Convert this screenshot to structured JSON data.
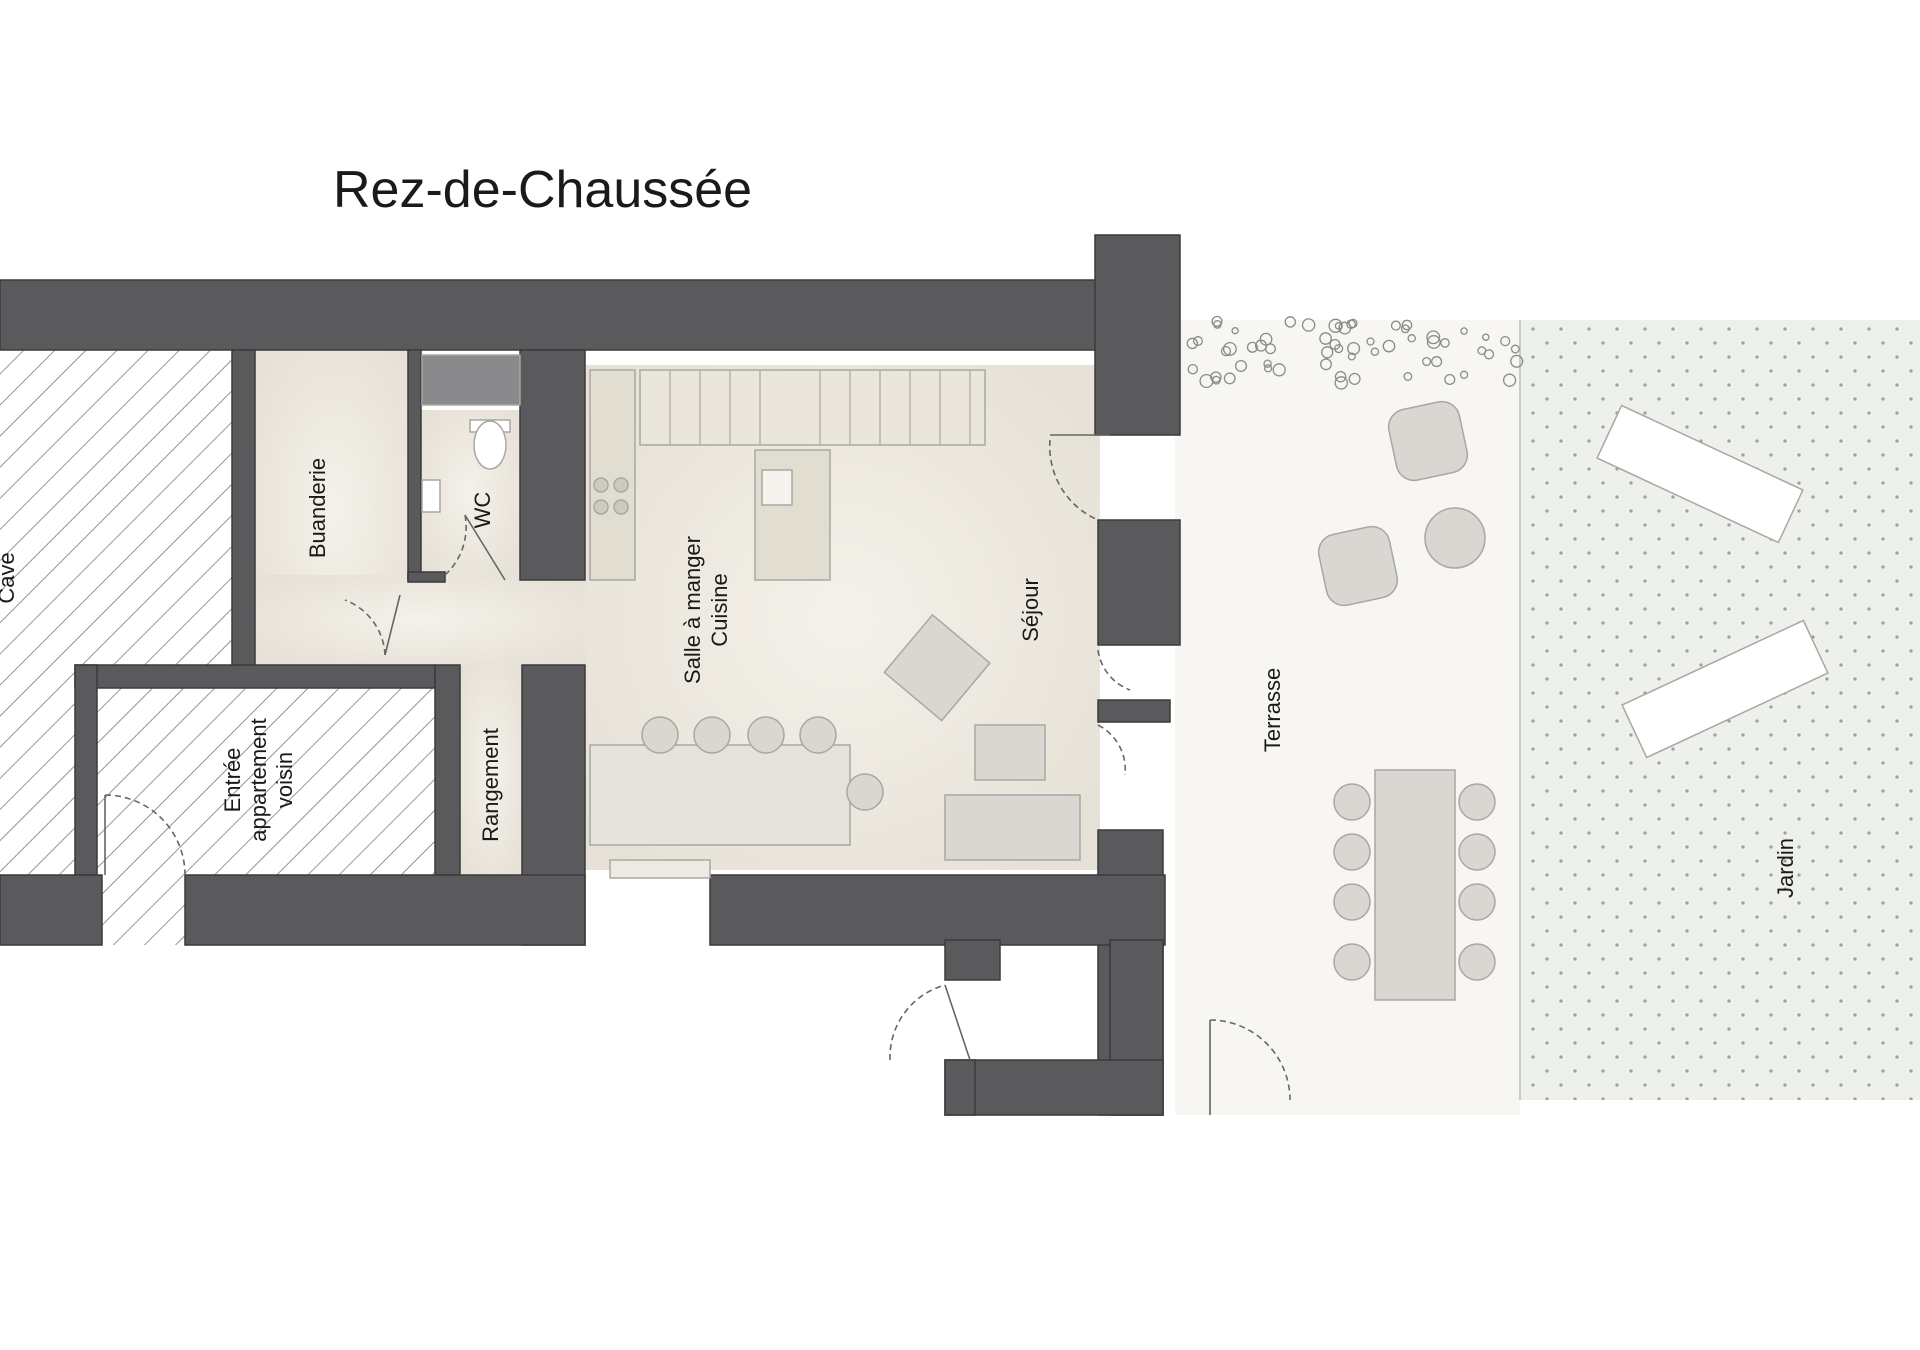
{
  "title": "Rez-de-Chaussée",
  "rooms": {
    "cave": "Cave",
    "buanderie": "Buanderie",
    "wc": "WC",
    "salle_a_manger": "Salle à manger",
    "cuisine": "Cuisine",
    "sejour": "Séjour",
    "entree_1": "Entrée",
    "entree_2": "appartement",
    "entree_3": "voisin",
    "rangement": "Rangement",
    "terrasse": "Terrasse",
    "jardin": "Jardin"
  },
  "colors": {
    "wall": "#5a5a5c",
    "wall_edge": "#3a3a3c",
    "interior_floor": "#efebe3",
    "terrace_floor": "#f7f6f3",
    "garden": "#eef0ec",
    "hatch": "#555555",
    "furniture": "#d9d7d1",
    "furniture_edge": "#a9a7a2"
  }
}
